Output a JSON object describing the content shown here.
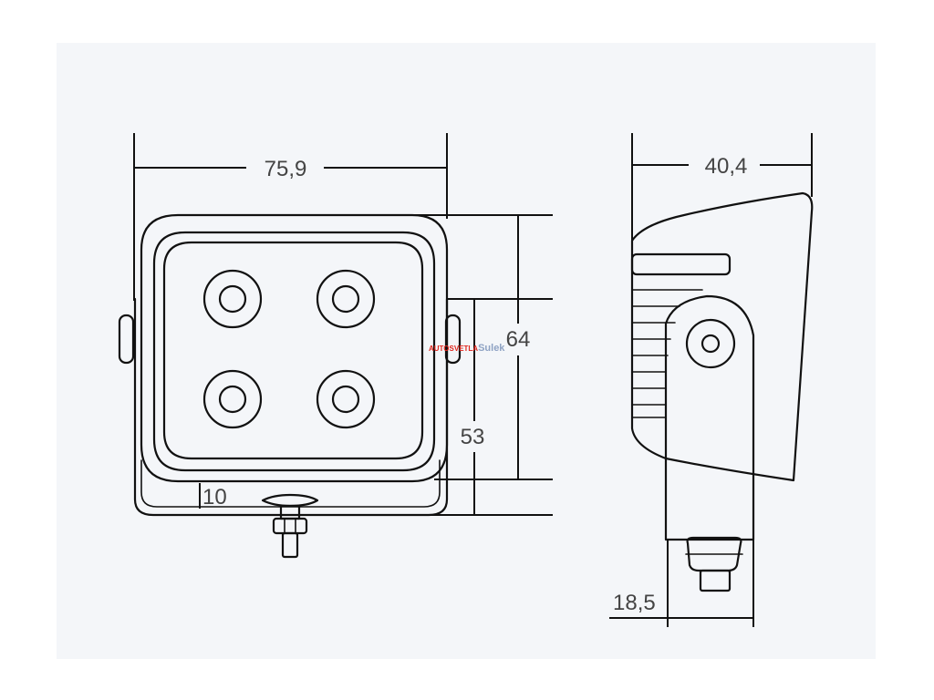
{
  "dimensions": {
    "width": "75,9",
    "depth": "40,4",
    "height": "64",
    "mount_height": "53",
    "base_offset": "10",
    "bolt_offset": "18,5"
  },
  "watermark": {
    "part1": "AUTOSVETLA",
    "part2": "Sulek",
    "color1": "#e0241b",
    "color2": "#8fa3c4"
  },
  "colors": {
    "background": "#f4f6f9",
    "stroke": "#111111",
    "text": "#444444"
  }
}
